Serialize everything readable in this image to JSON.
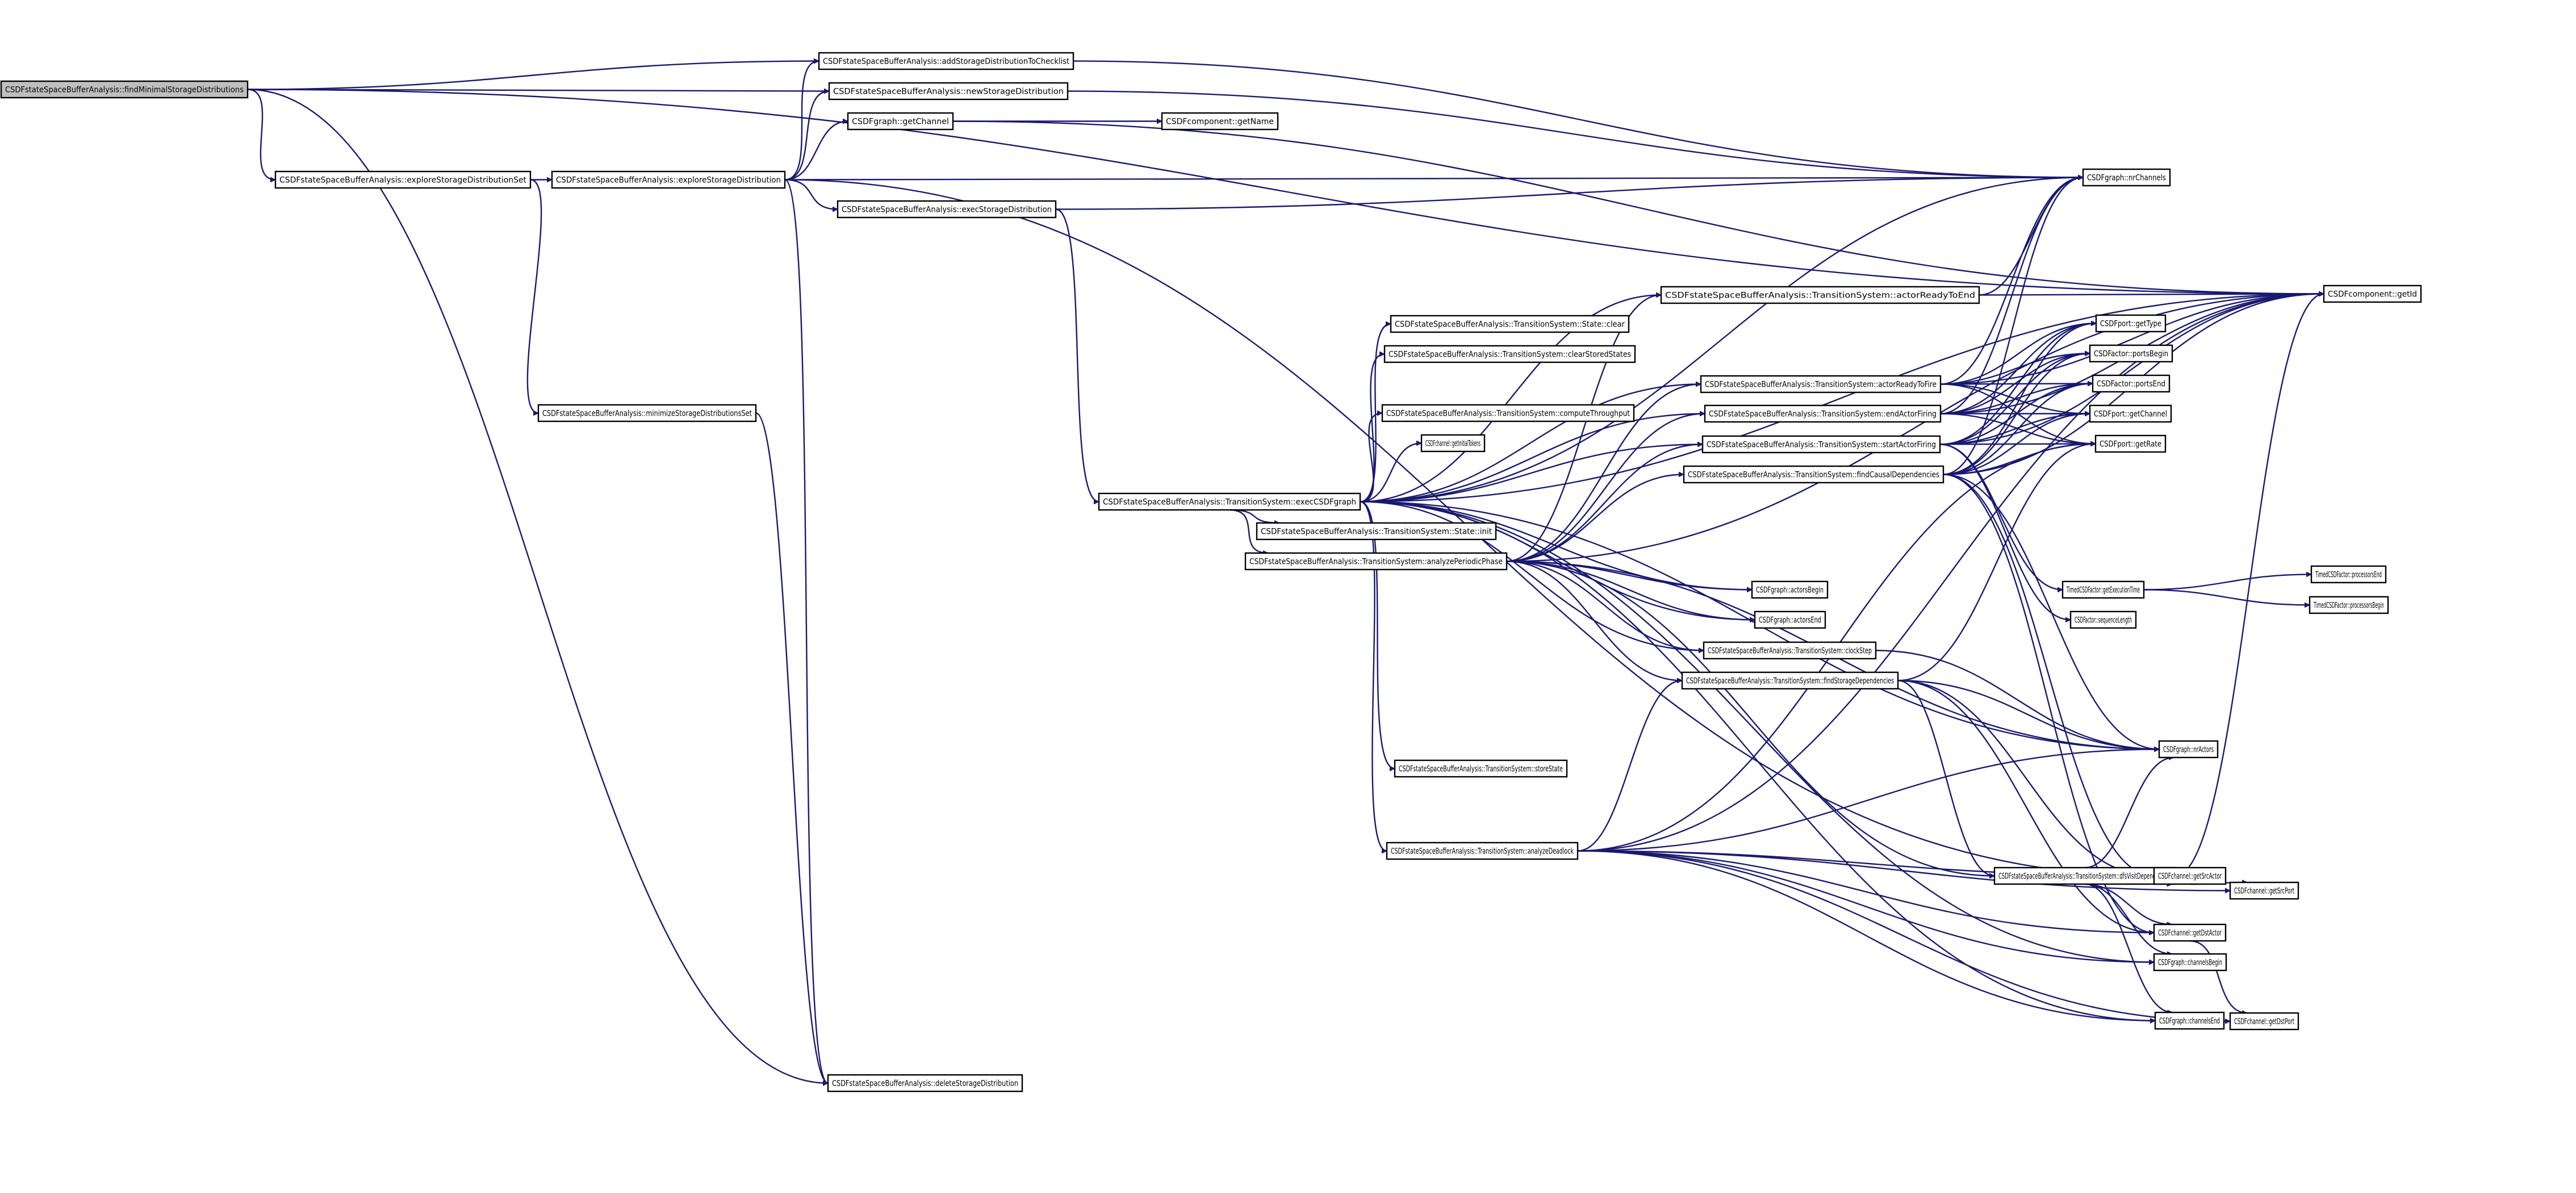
{
  "diagram": {
    "type": "call-graph",
    "colors": {
      "background": "#ffffff",
      "edge": "#191970",
      "node_fill": "#ffffff",
      "root_fill": "#bfbfbf",
      "node_border": "#000000"
    },
    "root": "findMinimalStorageDistributions",
    "nodes": [
      {
        "id": "findMinimalStorageDistributions",
        "label": "CSDFstateSpaceBufferAnalysis::findMinimalStorageDistributions"
      },
      {
        "id": "addStorageDistributionToChecklist",
        "label": "CSDFstateSpaceBufferAnalysis::addStorageDistributionToChecklist"
      },
      {
        "id": "newStorageDistribution",
        "label": "CSDFstateSpaceBufferAnalysis::newStorageDistribution"
      },
      {
        "id": "graphGetChannel",
        "label": "CSDFgraph::getChannel"
      },
      {
        "id": "getName",
        "label": "CSDFcomponent::getName"
      },
      {
        "id": "exploreStorageDistributionSet",
        "label": "CSDFstateSpaceBufferAnalysis::exploreStorageDistributionSet"
      },
      {
        "id": "exploreStorageDistribution",
        "label": "CSDFstateSpaceBufferAnalysis::exploreStorageDistribution"
      },
      {
        "id": "execStorageDistribution",
        "label": "CSDFstateSpaceBufferAnalysis::execStorageDistribution"
      },
      {
        "id": "nrChannels",
        "label": "CSDFgraph::nrChannels"
      },
      {
        "id": "getId",
        "label": "CSDFcomponent::getId"
      },
      {
        "id": "actorReadyToEnd",
        "label": "CSDFstateSpaceBufferAnalysis::TransitionSystem::actorReadyToEnd"
      },
      {
        "id": "stateClear",
        "label": "CSDFstateSpaceBufferAnalysis::TransitionSystem::State::clear"
      },
      {
        "id": "clearStoredStates",
        "label": "CSDFstateSpaceBufferAnalysis::TransitionSystem::clearStoredStates"
      },
      {
        "id": "actorReadyToFire",
        "label": "CSDFstateSpaceBufferAnalysis::TransitionSystem::actorReadyToFire"
      },
      {
        "id": "computeThroughput",
        "label": "CSDFstateSpaceBufferAnalysis::TransitionSystem::computeThroughput"
      },
      {
        "id": "endActorFiring",
        "label": "CSDFstateSpaceBufferAnalysis::TransitionSystem::endActorFiring"
      },
      {
        "id": "getInitialTokens",
        "label": "CSDFchannel::getInitialTokens"
      },
      {
        "id": "startActorFiring",
        "label": "CSDFstateSpaceBufferAnalysis::TransitionSystem::startActorFiring"
      },
      {
        "id": "findCausalDependencies",
        "label": "CSDFstateSpaceBufferAnalysis::TransitionSystem::findCausalDependencies"
      },
      {
        "id": "execCSDFgraph",
        "label": "CSDFstateSpaceBufferAnalysis::TransitionSystem::execCSDFgraph"
      },
      {
        "id": "stateInit",
        "label": "CSDFstateSpaceBufferAnalysis::TransitionSystem::State::init"
      },
      {
        "id": "analyzePeriodicPhase",
        "label": "CSDFstateSpaceBufferAnalysis::TransitionSystem::analyzePeriodicPhase"
      },
      {
        "id": "getType",
        "label": "CSDFport::getType"
      },
      {
        "id": "portsBegin",
        "label": "CSDFactor::portsBegin"
      },
      {
        "id": "portsEnd",
        "label": "CSDFactor::portsEnd"
      },
      {
        "id": "portGetChannel",
        "label": "CSDFport::getChannel"
      },
      {
        "id": "getRate",
        "label": "CSDFport::getRate"
      },
      {
        "id": "getExecutionTime",
        "label": "TimedCSDFactor::getExecutionTime"
      },
      {
        "id": "processorsEnd",
        "label": "TimedCSDFactor::processorsEnd"
      },
      {
        "id": "processorsBegin",
        "label": "TimedCSDFactor::processorsBegin"
      },
      {
        "id": "sequenceLength",
        "label": "CSDFactor::sequenceLength"
      },
      {
        "id": "actorsBegin",
        "label": "CSDFgraph::actorsBegin"
      },
      {
        "id": "actorsEnd",
        "label": "CSDFgraph::actorsEnd"
      },
      {
        "id": "clockStep",
        "label": "CSDFstateSpaceBufferAnalysis::TransitionSystem::clockStep"
      },
      {
        "id": "findStorageDependencies",
        "label": "CSDFstateSpaceBufferAnalysis::TransitionSystem::findStorageDependencies"
      },
      {
        "id": "nrActors",
        "label": "CSDFgraph::nrActors"
      },
      {
        "id": "storeState",
        "label": "CSDFstateSpaceBufferAnalysis::TransitionSystem::storeState"
      },
      {
        "id": "analyzeDeadlock",
        "label": "CSDFstateSpaceBufferAnalysis::TransitionSystem::analyzeDeadlock"
      },
      {
        "id": "dfsVisitDependencies",
        "label": "CSDFstateSpaceBufferAnalysis::TransitionSystem::dfsVisitDependencies"
      },
      {
        "id": "getSrcActor",
        "label": "CSDFchannel::getSrcActor"
      },
      {
        "id": "getSrcPort",
        "label": "CSDFchannel::getSrcPort"
      },
      {
        "id": "getDstActor",
        "label": "CSDFchannel::getDstActor"
      },
      {
        "id": "channelsBegin",
        "label": "CSDFgraph::channelsBegin"
      },
      {
        "id": "channelsEnd",
        "label": "CSDFgraph::channelsEnd"
      },
      {
        "id": "getDstPort",
        "label": "CSDFchannel::getDstPort"
      },
      {
        "id": "minimizeStorageDistributionsSet",
        "label": "CSDFstateSpaceBufferAnalysis::minimizeStorageDistributionsSet"
      },
      {
        "id": "deleteStorageDistribution",
        "label": "CSDFstateSpaceBufferAnalysis::deleteStorageDistribution"
      }
    ],
    "edges": [
      [
        "findMinimalStorageDistributions",
        "addStorageDistributionToChecklist"
      ],
      [
        "findMinimalStorageDistributions",
        "newStorageDistribution"
      ],
      [
        "findMinimalStorageDistributions",
        "getId"
      ],
      [
        "findMinimalStorageDistributions",
        "exploreStorageDistributionSet"
      ],
      [
        "findMinimalStorageDistributions",
        "deleteStorageDistribution"
      ],
      [
        "exploreStorageDistributionSet",
        "exploreStorageDistribution"
      ],
      [
        "exploreStorageDistributionSet",
        "minimizeStorageDistributionsSet"
      ],
      [
        "exploreStorageDistribution",
        "addStorageDistributionToChecklist"
      ],
      [
        "exploreStorageDistribution",
        "newStorageDistribution"
      ],
      [
        "exploreStorageDistribution",
        "graphGetChannel"
      ],
      [
        "exploreStorageDistribution",
        "nrChannels"
      ],
      [
        "exploreStorageDistribution",
        "execStorageDistribution"
      ],
      [
        "exploreStorageDistribution",
        "deleteStorageDistribution"
      ],
      [
        "exploreStorageDistribution",
        "getSrcActor"
      ],
      [
        "addStorageDistributionToChecklist",
        "nrChannels"
      ],
      [
        "newStorageDistribution",
        "nrChannels"
      ],
      [
        "graphGetChannel",
        "getName"
      ],
      [
        "graphGetChannel",
        "getId"
      ],
      [
        "execStorageDistribution",
        "nrChannels"
      ],
      [
        "execStorageDistribution",
        "execCSDFgraph"
      ],
      [
        "minimizeStorageDistributionsSet",
        "deleteStorageDistribution"
      ],
      [
        "execCSDFgraph",
        "nrChannels"
      ],
      [
        "execCSDFgraph",
        "getId"
      ],
      [
        "execCSDFgraph",
        "actorReadyToEnd"
      ],
      [
        "execCSDFgraph",
        "stateClear"
      ],
      [
        "execCSDFgraph",
        "clearStoredStates"
      ],
      [
        "execCSDFgraph",
        "actorReadyToFire"
      ],
      [
        "execCSDFgraph",
        "computeThroughput"
      ],
      [
        "execCSDFgraph",
        "getInitialTokens"
      ],
      [
        "execCSDFgraph",
        "endActorFiring"
      ],
      [
        "execCSDFgraph",
        "startActorFiring"
      ],
      [
        "execCSDFgraph",
        "stateInit"
      ],
      [
        "execCSDFgraph",
        "analyzePeriodicPhase"
      ],
      [
        "execCSDFgraph",
        "actorsBegin"
      ],
      [
        "execCSDFgraph",
        "actorsEnd"
      ],
      [
        "execCSDFgraph",
        "clockStep"
      ],
      [
        "execCSDFgraph",
        "nrActors"
      ],
      [
        "execCSDFgraph",
        "storeState"
      ],
      [
        "execCSDFgraph",
        "analyzeDeadlock"
      ],
      [
        "execCSDFgraph",
        "channelsBegin"
      ],
      [
        "execCSDFgraph",
        "channelsEnd"
      ],
      [
        "actorReadyToEnd",
        "nrChannels"
      ],
      [
        "actorReadyToEnd",
        "getId"
      ],
      [
        "actorReadyToFire",
        "nrChannels"
      ],
      [
        "actorReadyToFire",
        "getId"
      ],
      [
        "actorReadyToFire",
        "getType"
      ],
      [
        "actorReadyToFire",
        "portsBegin"
      ],
      [
        "actorReadyToFire",
        "portsEnd"
      ],
      [
        "actorReadyToFire",
        "portGetChannel"
      ],
      [
        "actorReadyToFire",
        "getRate"
      ],
      [
        "endActorFiring",
        "nrChannels"
      ],
      [
        "endActorFiring",
        "getId"
      ],
      [
        "endActorFiring",
        "getType"
      ],
      [
        "endActorFiring",
        "portsBegin"
      ],
      [
        "endActorFiring",
        "portsEnd"
      ],
      [
        "endActorFiring",
        "portGetChannel"
      ],
      [
        "endActorFiring",
        "getRate"
      ],
      [
        "startActorFiring",
        "getId"
      ],
      [
        "startActorFiring",
        "getType"
      ],
      [
        "startActorFiring",
        "portsBegin"
      ],
      [
        "startActorFiring",
        "portsEnd"
      ],
      [
        "startActorFiring",
        "portGetChannel"
      ],
      [
        "startActorFiring",
        "getRate"
      ],
      [
        "startActorFiring",
        "getExecutionTime"
      ],
      [
        "startActorFiring",
        "sequenceLength"
      ],
      [
        "findCausalDependencies",
        "nrChannels"
      ],
      [
        "findCausalDependencies",
        "getId"
      ],
      [
        "findCausalDependencies",
        "getType"
      ],
      [
        "findCausalDependencies",
        "portsBegin"
      ],
      [
        "findCausalDependencies",
        "portsEnd"
      ],
      [
        "findCausalDependencies",
        "portGetChannel"
      ],
      [
        "findCausalDependencies",
        "getRate"
      ],
      [
        "findCausalDependencies",
        "nrActors"
      ],
      [
        "findCausalDependencies",
        "getSrcActor"
      ],
      [
        "findCausalDependencies",
        "getDstActor"
      ],
      [
        "getExecutionTime",
        "processorsEnd"
      ],
      [
        "getExecutionTime",
        "processorsBegin"
      ],
      [
        "analyzePeriodicPhase",
        "actorReadyToEnd"
      ],
      [
        "analyzePeriodicPhase",
        "actorReadyToFire"
      ],
      [
        "analyzePeriodicPhase",
        "endActorFiring"
      ],
      [
        "analyzePeriodicPhase",
        "startActorFiring"
      ],
      [
        "analyzePeriodicPhase",
        "findCausalDependencies"
      ],
      [
        "analyzePeriodicPhase",
        "actorsBegin"
      ],
      [
        "analyzePeriodicPhase",
        "actorsEnd"
      ],
      [
        "analyzePeriodicPhase",
        "clockStep"
      ],
      [
        "analyzePeriodicPhase",
        "findStorageDependencies"
      ],
      [
        "analyzePeriodicPhase",
        "nrActors"
      ],
      [
        "analyzePeriodicPhase",
        "getId"
      ],
      [
        "analyzePeriodicPhase",
        "dfsVisitDependencies"
      ],
      [
        "clockStep",
        "nrActors"
      ],
      [
        "findStorageDependencies",
        "nrActors"
      ],
      [
        "findStorageDependencies",
        "getRate"
      ],
      [
        "findStorageDependencies",
        "getSrcActor"
      ],
      [
        "findStorageDependencies",
        "getDstActor"
      ],
      [
        "findStorageDependencies",
        "dfsVisitDependencies"
      ],
      [
        "analyzeDeadlock",
        "findStorageDependencies"
      ],
      [
        "analyzeDeadlock",
        "getRate"
      ],
      [
        "analyzeDeadlock",
        "nrActors"
      ],
      [
        "analyzeDeadlock",
        "getId"
      ],
      [
        "analyzeDeadlock",
        "getSrcActor"
      ],
      [
        "analyzeDeadlock",
        "getSrcPort"
      ],
      [
        "analyzeDeadlock",
        "getDstActor"
      ],
      [
        "analyzeDeadlock",
        "channelsBegin"
      ],
      [
        "analyzeDeadlock",
        "channelsEnd"
      ],
      [
        "analyzeDeadlock",
        "getDstPort"
      ],
      [
        "dfsVisitDependencies",
        "getSrcActor"
      ],
      [
        "dfsVisitDependencies",
        "nrActors"
      ],
      [
        "dfsVisitDependencies",
        "getId"
      ],
      [
        "dfsVisitDependencies",
        "getDstActor"
      ],
      [
        "dfsVisitDependencies",
        "channelsBegin"
      ],
      [
        "dfsVisitDependencies",
        "channelsEnd"
      ],
      [
        "getSrcActor",
        "getSrcPort"
      ],
      [
        "getDstActor",
        "getDstPort"
      ]
    ]
  }
}
